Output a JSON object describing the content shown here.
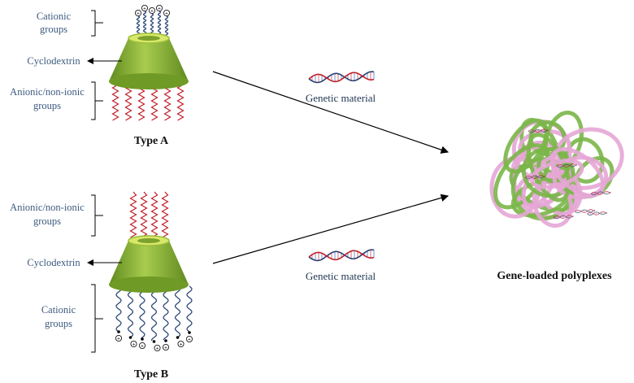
{
  "type_a": {
    "title": "Type A",
    "labels": {
      "cationic": [
        "Cationic",
        "groups"
      ],
      "cyclodextrin": "Cyclodextrin",
      "anionic": [
        "Anionic/non-ionic",
        "groups"
      ]
    }
  },
  "type_b": {
    "title": "Type B",
    "labels": {
      "anionic": [
        "Anionic/non-ionic",
        "groups"
      ],
      "cyclodextrin": "Cyclodextrin",
      "cationic": [
        "Cationic",
        "groups"
      ]
    }
  },
  "genetic_material_top": "Genetic material",
  "genetic_material_bottom": "Genetic material",
  "product": "Gene-loaded polyplexes",
  "colors": {
    "cone_green": "#8cb33a",
    "red_chain": "#c0202a",
    "blue_chain": "#2e4a7a",
    "polyplex_green": "#7ab648",
    "polyplex_pink": "#e6a6d6",
    "label_blue": "#3d5a80"
  },
  "charge_symbol": "+"
}
